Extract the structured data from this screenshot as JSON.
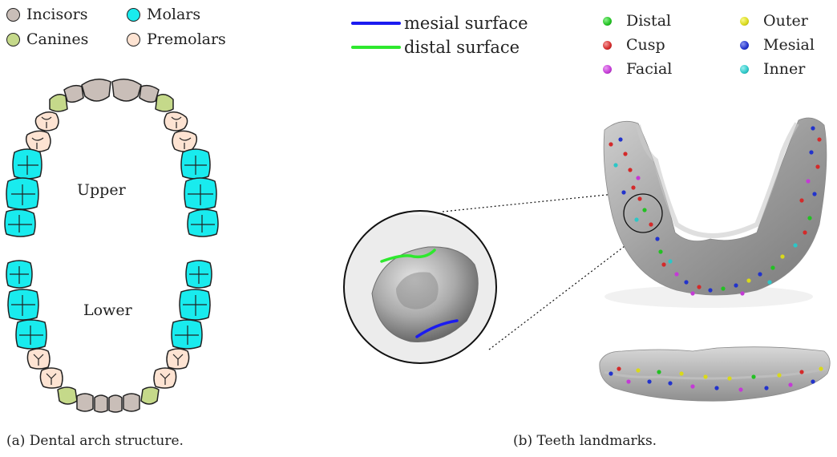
{
  "arch_legend": [
    {
      "label": "Incisors",
      "color": "#c9beb8"
    },
    {
      "label": "Molars",
      "color": "#19ebee"
    },
    {
      "label": "Canines",
      "color": "#c5d98a"
    },
    {
      "label": "Premolars",
      "color": "#fde3d2"
    }
  ],
  "arch_labels": {
    "upper": "Upper",
    "lower": "Lower"
  },
  "surface_legend": [
    {
      "label": "mesial surface",
      "color": "#1b1bf0"
    },
    {
      "label": "distal surface",
      "color": "#2ee82e"
    }
  ],
  "landmark_legend": [
    {
      "label": "Distal",
      "color": "#22c122"
    },
    {
      "label": "Outer",
      "color": "#d9d91a"
    },
    {
      "label": "Cusp",
      "color": "#d42a2a"
    },
    {
      "label": "Mesial",
      "color": "#2233cc"
    },
    {
      "label": "Facial",
      "color": "#c43ad6"
    },
    {
      "label": "Inner",
      "color": "#2cc7c7"
    }
  ],
  "captions": {
    "a": "(a) Dental arch structure.",
    "b": "(b) Teeth landmarks."
  }
}
